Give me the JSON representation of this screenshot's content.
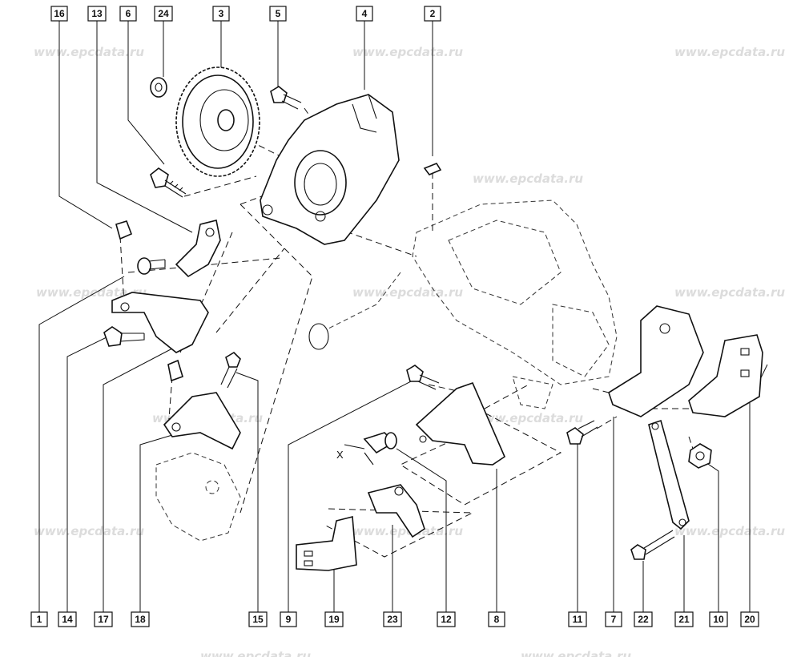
{
  "watermark": "www.epcdata.ru",
  "x_marker": "X",
  "callouts_top": [
    "16",
    "13",
    "6",
    "24",
    "3",
    "5",
    "4",
    "2"
  ],
  "callouts_bottom": [
    "1",
    "14",
    "17",
    "18",
    "15",
    "9",
    "19",
    "23",
    "12",
    "8",
    "11",
    "7",
    "22",
    "21",
    "10",
    "20"
  ]
}
